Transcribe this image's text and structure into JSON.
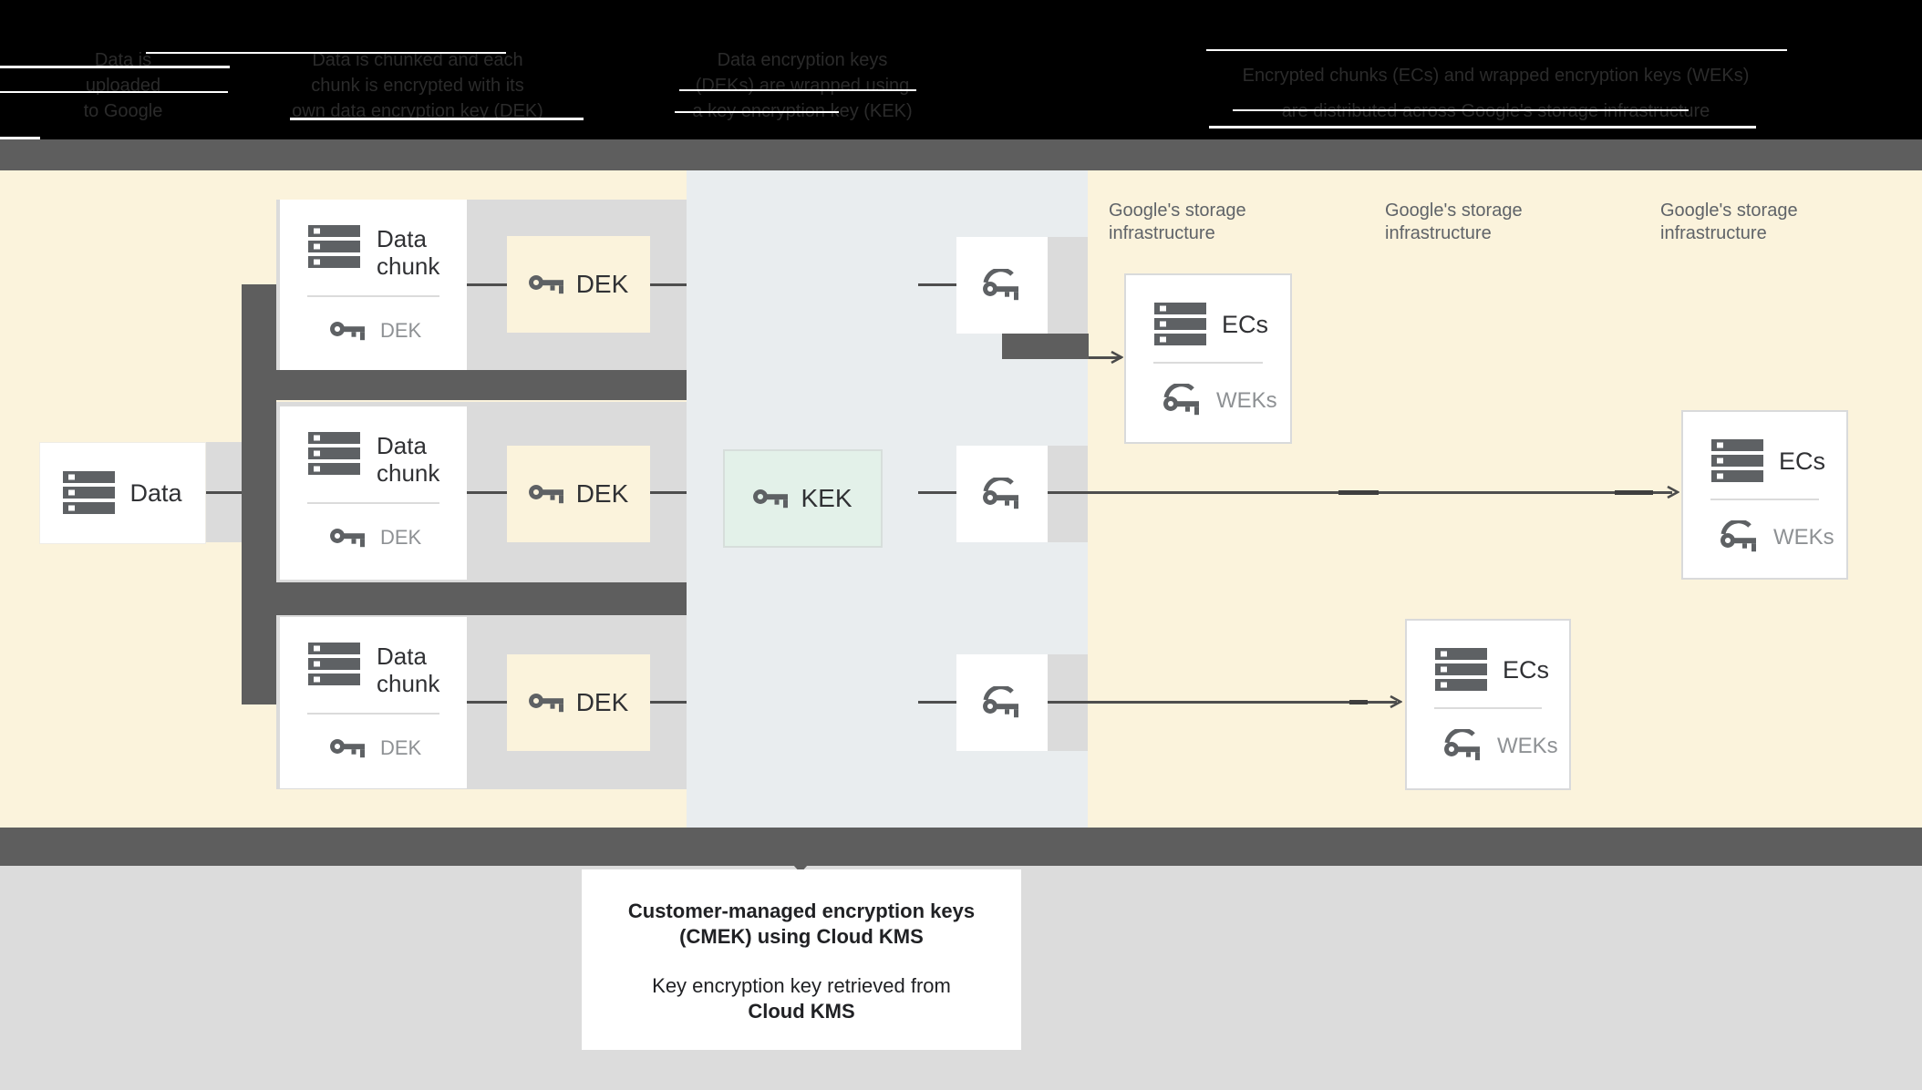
{
  "colors": {
    "header_bg": "#000000",
    "header_text": "#2b2b2b",
    "bar_dark": "#5e5e5e",
    "cream": "#fbf3dc",
    "blue_gray_panel": "#e9edef",
    "row_gray": "#dbdbdb",
    "mint": "#e3f1e9",
    "icon_gray": "#5e6164",
    "label_dark": "#303134",
    "muted_gray": "#8e9194",
    "storage_label": "#5f6368",
    "bottom_bg": "#dcdcdc",
    "line": "#4e4e4e"
  },
  "header": {
    "captions": [
      {
        "lines": [
          "Data is",
          "uploaded",
          "to Google"
        ]
      },
      {
        "lines": [
          "Data is chunked and each",
          "chunk is encrypted with its",
          "own data encryption key (DEK)"
        ]
      },
      {
        "lines": [
          "Data encryption keys",
          "(DEKs) are wrapped using",
          "a key encryption key (KEK)"
        ]
      },
      {
        "lines": [
          "Encrypted chunks (ECs) and wrapped encryption keys (WEKs)",
          "are distributed across Google's storage infrastructure"
        ]
      }
    ]
  },
  "diagram": {
    "data_box": {
      "label": "Data"
    },
    "chunks": [
      {
        "title_line1": "Data",
        "title_line2": "chunk",
        "key_label": "DEK"
      },
      {
        "title_line1": "Data",
        "title_line2": "chunk",
        "key_label": "DEK"
      },
      {
        "title_line1": "Data",
        "title_line2": "chunk",
        "key_label": "DEK"
      }
    ],
    "dek_boxes": [
      {
        "label": "DEK"
      },
      {
        "label": "DEK"
      },
      {
        "label": "DEK"
      }
    ],
    "kek_box": {
      "label": "KEK"
    },
    "storage_labels": [
      {
        "line1": "Google's storage",
        "line2": "infrastructure"
      },
      {
        "line1": "Google's storage",
        "line2": "infrastructure"
      },
      {
        "line1": "Google's storage",
        "line2": "infrastructure"
      }
    ],
    "ec_boxes": [
      {
        "label": "ECs",
        "key_label": "WEKs"
      },
      {
        "label": "ECs",
        "key_label": "WEKs"
      },
      {
        "label": "ECs",
        "key_label": "WEKs"
      }
    ]
  },
  "callout": {
    "line1": "Customer-managed encryption keys",
    "line2": "(CMEK) using Cloud KMS",
    "line3": "Key encryption key retrieved from",
    "line4": "Cloud KMS"
  }
}
